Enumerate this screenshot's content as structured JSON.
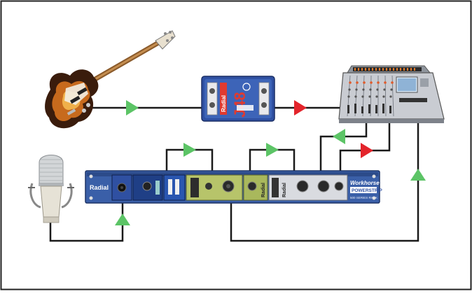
{
  "devices": {
    "di_box": {
      "brand": "Radial",
      "model": "J48"
    },
    "rack": {
      "brand": "Radial",
      "product_line": "Workhorse",
      "model_badge": "POWERSTRIP",
      "tagline": "500 SERIES RACK",
      "module_left": "Radial",
      "module_right": "Radial"
    }
  },
  "colors": {
    "signal_arrow_green": "#5cc466",
    "signal_arrow_red": "#e3242b",
    "cable": "#1a1a1a",
    "rack_blue": "#3a5fa8",
    "module_green": "#b7c46a",
    "module_silver": "#d9dbe0"
  },
  "icons": [
    "bass-guitar-icon",
    "condenser-microphone-icon",
    "mixing-console-icon"
  ]
}
